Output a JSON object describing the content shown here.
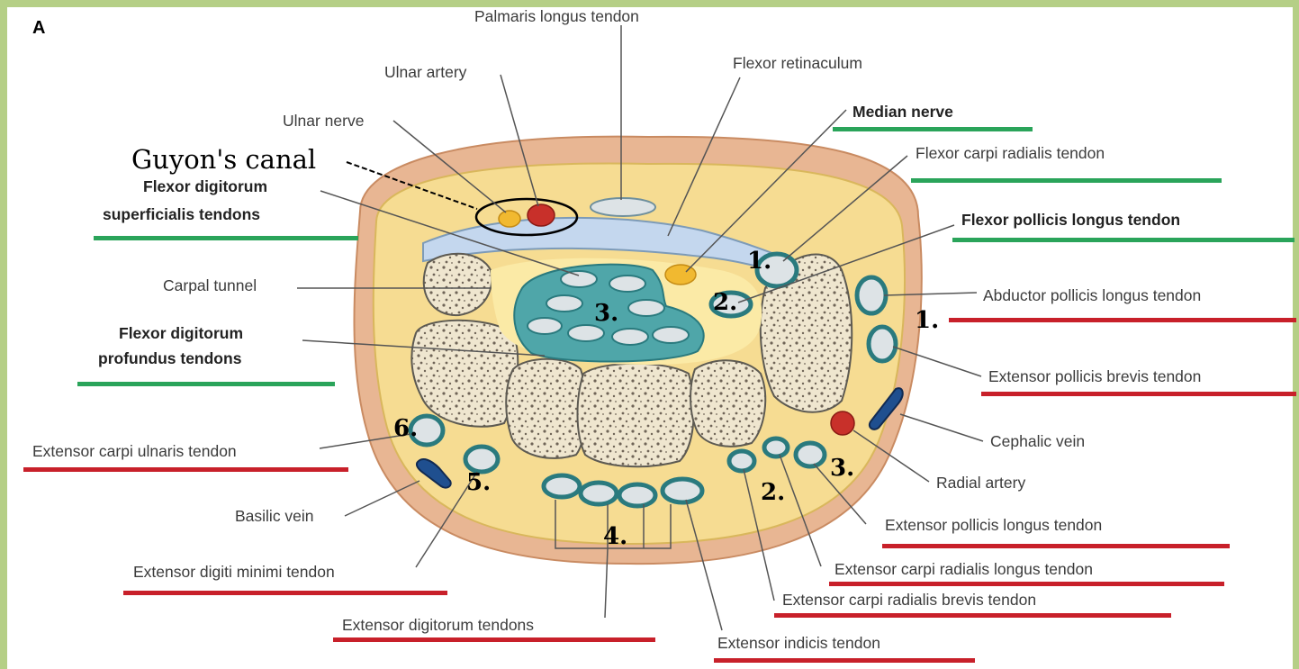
{
  "figure_letter": "A",
  "guyon_label": "Guyon's canal",
  "labels": {
    "palmaris_longus": "Palmaris longus tendon",
    "ulnar_artery": "Ulnar artery",
    "ulnar_nerve": "Ulnar nerve",
    "flexor_retinaculum": "Flexor retinaculum",
    "median_nerve": "Median nerve",
    "flexor_carpi_radialis": "Flexor carpi radialis tendon",
    "fds_line1": "Flexor digitorum",
    "fds_line2": "superficialis tendons",
    "fpl": "Flexor pollicis longus tendon",
    "carpal_tunnel": "Carpal tunnel",
    "apl": "Abductor pollicis longus tendon",
    "fdp_line1": "Flexor digitorum",
    "fdp_line2": "profundus tendons",
    "epb": "Extensor pollicis brevis tendon",
    "cephalic_vein": "Cephalic vein",
    "ecu": "Extensor carpi ulnaris tendon",
    "radial_artery": "Radial artery",
    "basilic_vein": "Basilic vein",
    "epl": "Extensor pollicis longus tendon",
    "ecrl": "Extensor carpi radialis longus tendon",
    "edm": "Extensor digiti minimi tendon",
    "ecrb": "Extensor carpi radialis brevis tendon",
    "ed": "Extensor digitorum tendons",
    "ei": "Extensor indicis tendon"
  },
  "numbers": {
    "fcr": "1.",
    "fpl": "2.",
    "fds": "3.",
    "apl_epb": "1.",
    "ecrl_ecrb": "2.",
    "epl": "3.",
    "ed": "4.",
    "edm": "5.",
    "ecu": "6."
  },
  "colors": {
    "flexor_underline": "#2aa45a",
    "extensor_underline": "#c8202a",
    "frame": "#b5cf86"
  }
}
